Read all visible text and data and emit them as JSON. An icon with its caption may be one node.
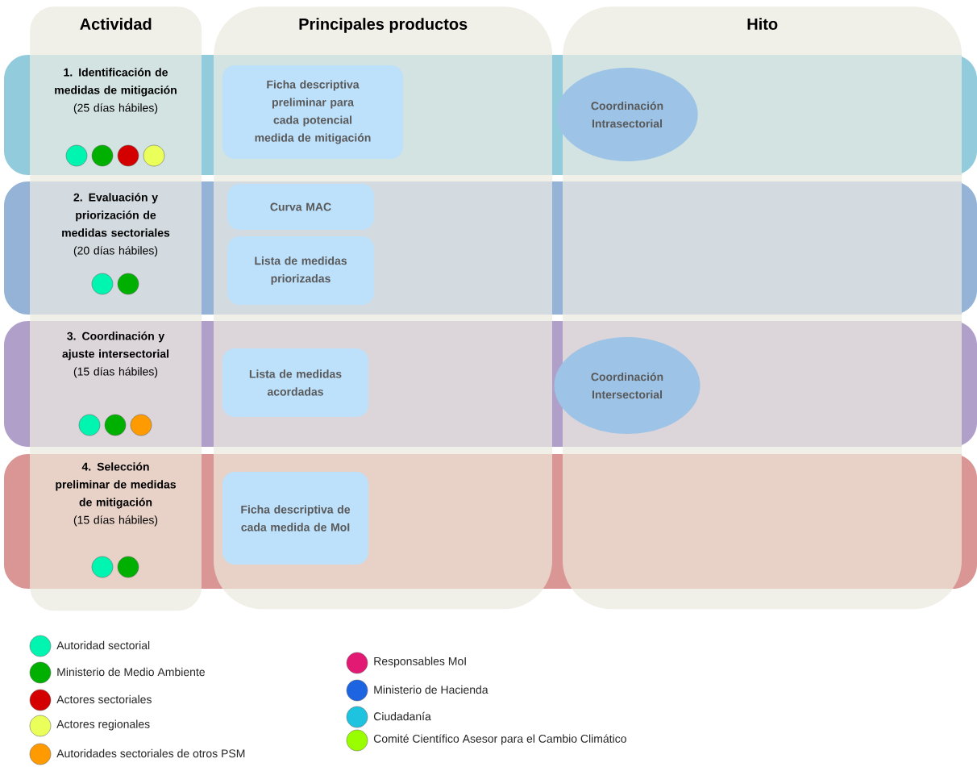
{
  "diagram": {
    "nodes": [
      {
        "text": [
          "Actividad"
        ]
      },
      {
        "text": [
          "Principales productos"
        ]
      },
      {
        "text": [
          "Hito"
        ]
      },
      {
        "text": [
          "1. Identificación de medidas de mitigación",
          "(25 días hábiles)"
        ],
        "in": 0
      },
      {
        "text": [
          "Ficha descriptiva preliminar para cada potencial medida de mitigación"
        ],
        "in": 1
      },
      {
        "text": [
          "Coordinación Intrasectorial"
        ],
        "in": 2
      },
      {
        "text": [
          "2. Evaluación y priorización de medidas sectoriales",
          "(20 días hábiles)"
        ],
        "in": 0
      },
      {
        "text": [
          "Curva MAC"
        ],
        "in": 1
      },
      {
        "text": [
          "Lista de medidas priorizadas"
        ],
        "in": 1
      },
      {
        "text": [
          "3. Coordinación y ajuste intersectorial",
          "(15 días hábiles)"
        ],
        "in": 0
      },
      {
        "text": [
          "Lista de medidas acordadas"
        ],
        "in": 1
      },
      {
        "text": [
          "Coordinación Intersectorial"
        ],
        "in": 2
      },
      {
        "text": [
          "4. Selección preliminar de medidas de mitigación",
          "(15 días hábiles)"
        ],
        "in": 0
      },
      {
        "text": [
          "Ficha descriptiva de cada medida de MoI"
        ],
        "in": 1
      }
    ],
    "legend": [
      {
        "text": "Autoridad sectorial",
        "color": "#00f5b0"
      },
      {
        "text": "Ministerio de Medio Ambiente",
        "color": "#00b000"
      },
      {
        "text": "Actores sectoriales",
        "color": "#d40000"
      },
      {
        "text": "Actores regionales",
        "color": "#eaff5a"
      },
      {
        "text": "Autoridades sectoriales de otros PSM",
        "color": "#ff9a00"
      },
      {
        "text": "Responsables MoI",
        "color": "#e31a74"
      },
      {
        "text": "Ministerio de Hacienda",
        "color": "#1c64e0"
      },
      {
        "text": "Ciudadanía",
        "color": "#1ec3e0"
      },
      {
        "text": "Comité Científico Asesor para el Cambio Climático",
        "color": "#99ff00"
      }
    ]
  }
}
